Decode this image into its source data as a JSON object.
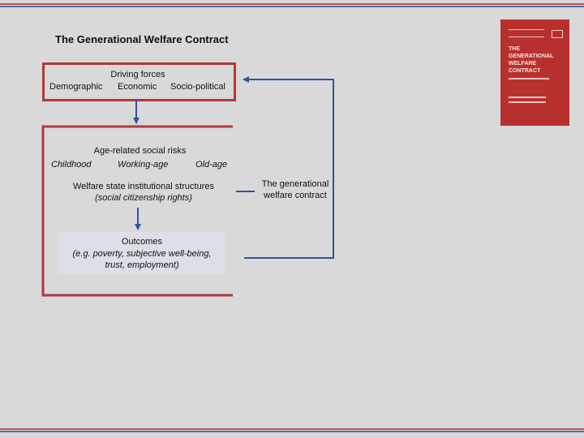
{
  "diagram": {
    "title": "The Generational Welfare Contract",
    "driving_forces": {
      "heading": "Driving forces",
      "items": [
        "Demographic",
        "Economic",
        "Socio-political"
      ]
    },
    "risks": {
      "heading": "Age-related social risks",
      "items": [
        "Childhood",
        "Working-age",
        "Old-age"
      ]
    },
    "structures": {
      "heading": "Welfare state institutional structures",
      "subheading": "(social citizenship rights)"
    },
    "outcomes": {
      "heading": "Outcomes",
      "line1": "(e.g. poverty, subjective well-being,",
      "line2": "trust, employment)"
    },
    "contract_label": {
      "line1": "The generational",
      "line2": "welfare contract"
    }
  },
  "colors": {
    "accent_red": "#b03a3a",
    "accent_blue": "#2f5597",
    "background": "#d9d9d9",
    "book_cover": "#b8302e"
  },
  "book_cover": {
    "title_lines": [
      "THE",
      "GENERATIONAL",
      "WELFARE",
      "CONTRACT"
    ]
  }
}
